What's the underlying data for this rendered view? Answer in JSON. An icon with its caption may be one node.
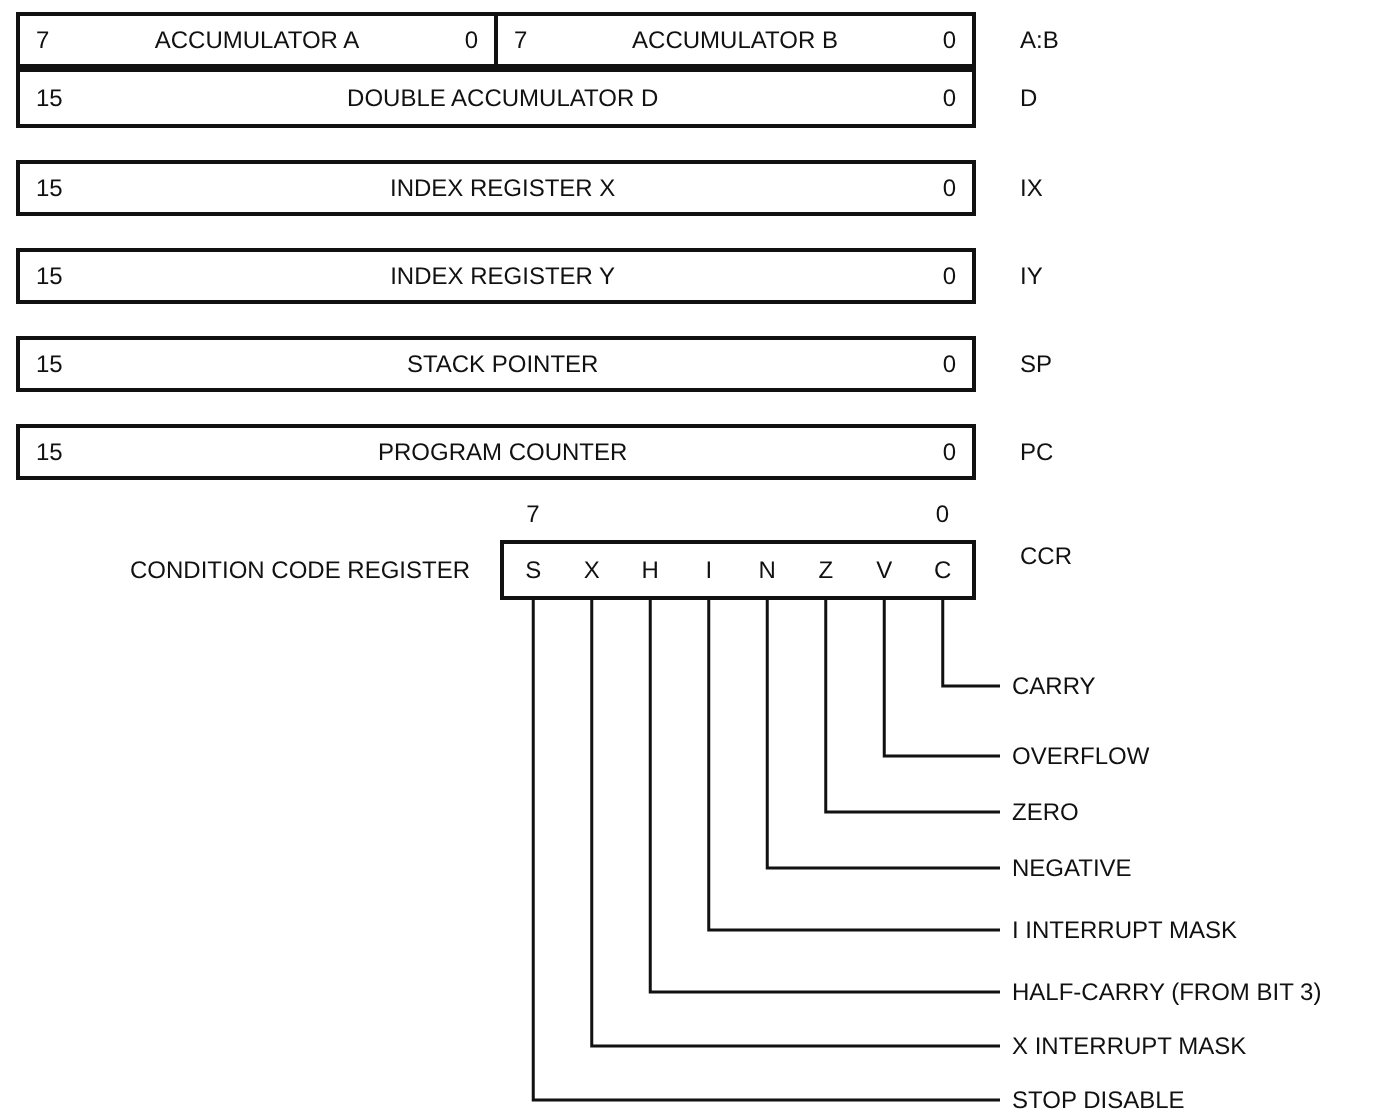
{
  "diagram": {
    "nodes": [
      {
        "text": [
          "7",
          "ACCUMULATOR A",
          "0"
        ]
      },
      {
        "text": [
          "7",
          "ACCUMULATOR B",
          "0"
        ]
      },
      {
        "text": [
          "15",
          "DOUBLE ACCUMULATOR D",
          "0"
        ],
        "beside": [
          "D"
        ]
      },
      {
        "text": [
          "15",
          "INDEX REGISTER X",
          "0"
        ],
        "beside": [
          "IX"
        ]
      },
      {
        "text": [
          "15",
          "INDEX REGISTER Y",
          "0"
        ],
        "beside": [
          "IY"
        ]
      },
      {
        "text": [
          "15",
          "STACK POINTER",
          "0"
        ],
        "beside": [
          "SP"
        ]
      },
      {
        "text": [
          "15",
          "PROGRAM COUNTER",
          "0"
        ],
        "beside": [
          "PC"
        ]
      },
      {
        "text": [],
        "shape": "box",
        "beside": [
          "CONDITION CODE REGISTER",
          "CCR"
        ]
      },
      {
        "text": [
          "S"
        ],
        "in": 7
      },
      {
        "text": [
          "X"
        ],
        "in": 7
      },
      {
        "text": [
          "H"
        ],
        "in": 7
      },
      {
        "text": [
          "I"
        ],
        "in": 7
      },
      {
        "text": [
          "N"
        ],
        "in": 7
      },
      {
        "text": [
          "Z"
        ],
        "in": 7
      },
      {
        "text": [
          "V"
        ],
        "in": 7
      },
      {
        "text": [
          "C"
        ],
        "in": 7
      },
      {
        "text": [
          "CARRY"
        ]
      },
      {
        "text": [
          "OVERFLOW"
        ]
      },
      {
        "text": [
          "ZERO"
        ]
      },
      {
        "text": [
          "NEGATIVE"
        ]
      },
      {
        "text": [
          "I INTERRUPT MASK"
        ]
      },
      {
        "text": [
          "HALF-CARRY (FROM BIT 3)"
        ]
      },
      {
        "text": [
          "X INTERRUPT MASK"
        ]
      },
      {
        "text": [
          "STOP DISABLE"
        ]
      }
    ],
    "edges": [
      {
        "from": 15,
        "to": 16,
        "arrow": "none"
      },
      {
        "from": 14,
        "to": 17,
        "arrow": "none"
      },
      {
        "from": 13,
        "to": 18,
        "arrow": "none"
      },
      {
        "from": 12,
        "to": 19,
        "arrow": "none"
      },
      {
        "from": 11,
        "to": 20,
        "arrow": "none"
      },
      {
        "from": 10,
        "to": 21,
        "arrow": "none"
      },
      {
        "from": 9,
        "to": 22,
        "arrow": "none"
      },
      {
        "from": 8,
        "to": 23,
        "arrow": "none"
      }
    ],
    "labels": [
      "A:B",
      "7",
      "0"
    ]
  }
}
